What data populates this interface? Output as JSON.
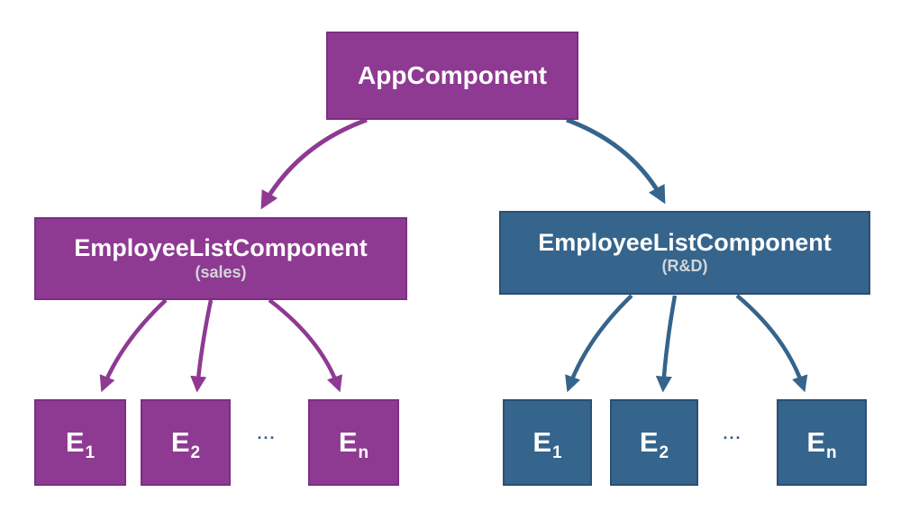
{
  "colors": {
    "purple": "#8e3a92",
    "purple_border": "#7c2e84",
    "blue": "#35648c",
    "blue_border": "#2a4f73",
    "background": "#ffffff",
    "node_text": "#ffffff",
    "subtitle_text": "#d3d5d9",
    "ellipsis_text": "#3a608a"
  },
  "root": {
    "label": "AppComponent"
  },
  "branches": [
    {
      "label": "EmployeeListComponent",
      "sublabel": "(sales)",
      "color": "#8e3a92",
      "ellipsis": "...",
      "children": [
        {
          "base": "E",
          "sub": "1"
        },
        {
          "base": "E",
          "sub": "2"
        },
        {
          "base": "E",
          "sub": "n"
        }
      ]
    },
    {
      "label": "EmployeeListComponent",
      "sublabel": "(R&D)",
      "color": "#35648c",
      "ellipsis": "...",
      "children": [
        {
          "base": "E",
          "sub": "1"
        },
        {
          "base": "E",
          "sub": "2"
        },
        {
          "base": "E",
          "sub": "n"
        }
      ]
    }
  ]
}
